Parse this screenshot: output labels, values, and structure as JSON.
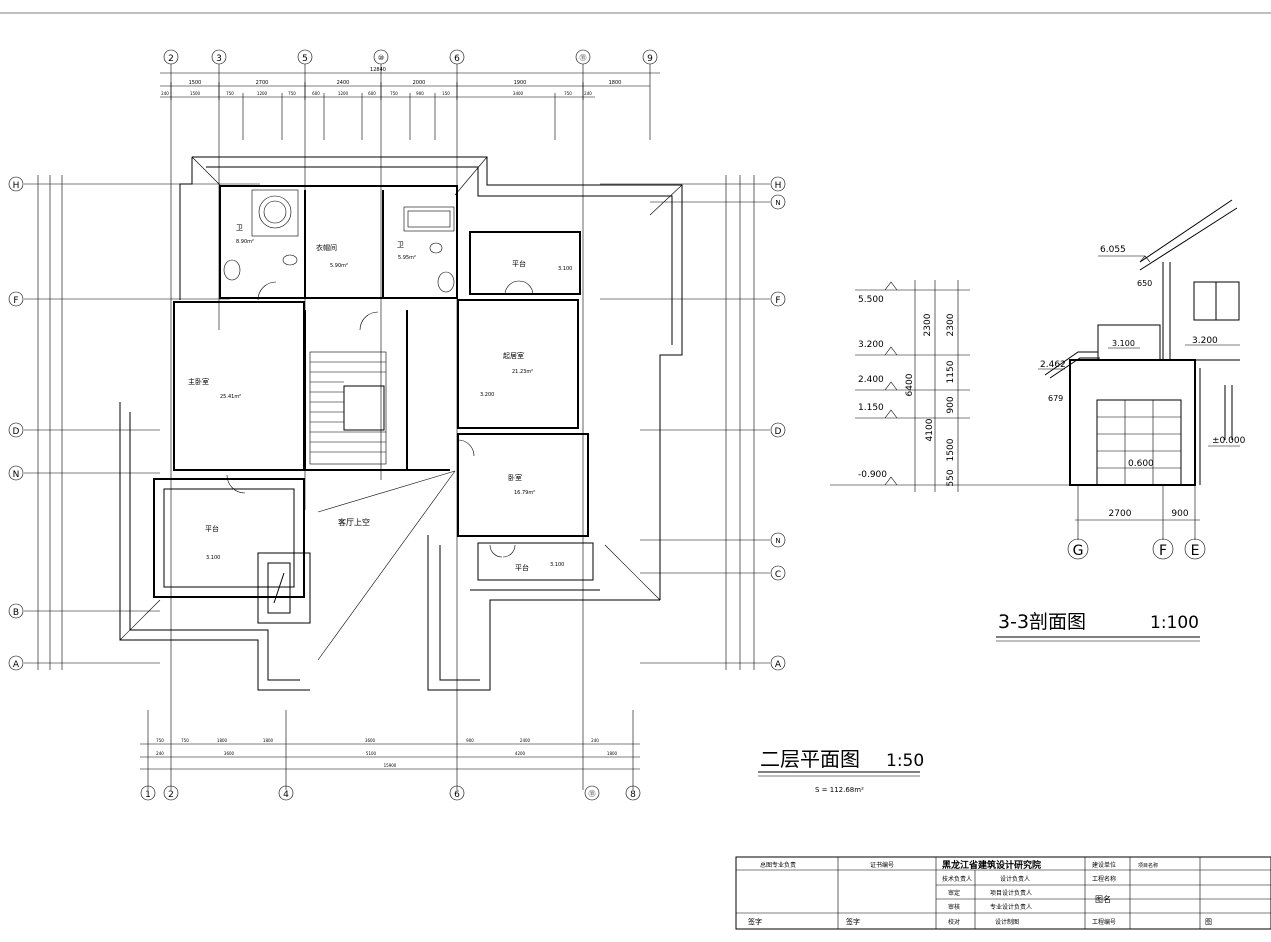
{
  "grid_top": [
    "2",
    "3",
    "5",
    "N1",
    "6",
    "N2",
    "9"
  ],
  "grid_bottom": [
    "1",
    "2",
    "4",
    "6",
    "N2",
    "8"
  ],
  "grid_left": [
    "H",
    "F",
    "D",
    "N",
    "B",
    "A"
  ],
  "grid_right": [
    "H",
    "N",
    "F",
    "D",
    "N",
    "C",
    "A"
  ],
  "grid_circle_glyphs": {
    "N1": "⑩",
    "N2": "⑪"
  },
  "dims_top": {
    "row1": [
      "1500",
      "2700",
      "2400",
      "2000",
      "1900",
      "1800"
    ],
    "total": "12840",
    "row2": [
      "240",
      "1500",
      "750",
      "1200",
      "750",
      "600",
      "1200",
      "600",
      "750",
      "900",
      "150",
      "3400",
      "750",
      "240"
    ]
  },
  "dims_bottom": {
    "row1": [
      "750",
      "750",
      "1800",
      "1800",
      "3600",
      "900",
      "2400",
      "240"
    ],
    "row2": [
      "240",
      "3600",
      "5100",
      "4200",
      "1800"
    ],
    "total": "15900"
  },
  "rooms": [
    {
      "name": "卫",
      "area": "8.90m²"
    },
    {
      "name": "衣帽间",
      "area": "5.90m²"
    },
    {
      "name": "卫",
      "area": "5.95m²"
    },
    {
      "name": "平台",
      "elev": "3.100"
    },
    {
      "name": "主卧室",
      "area": "25.41m²"
    },
    {
      "name": "起居室",
      "area": "21.23m²",
      "elev": "3.200"
    },
    {
      "name": "卧室",
      "area": "16.79m²"
    },
    {
      "name": "平台",
      "elev": "3.100"
    },
    {
      "name": "客厅上空"
    },
    {
      "name": "平台",
      "elev": "3.100"
    }
  ],
  "plan_title": {
    "text": "二层平面图",
    "scale": "1:50"
  },
  "plan_area": "S = 112.68m²",
  "section": {
    "title": "3-3剖面图",
    "scale": "1:100",
    "levels": [
      "5.500",
      "3.200",
      "2.400",
      "1.150",
      "-0.900"
    ],
    "dims": [
      "2300",
      "2300",
      "1150",
      "900",
      "1500",
      "550",
      "6400",
      "4100"
    ],
    "right_levels": [
      "6.055",
      "3.100",
      "3.200",
      "2.462",
      "±0.000",
      "0.600"
    ],
    "small_dims": [
      "650",
      "679"
    ],
    "bottom_dims": [
      "2700",
      "900"
    ],
    "axes": [
      "G",
      "F",
      "E"
    ]
  },
  "title_block": {
    "institute": "黑龙江省建筑设计研究院",
    "cells": [
      "总图专业负责",
      "证书编号",
      "建设单位",
      "项目名称",
      "技术负责人",
      "设计负责人",
      "工程名称",
      "审定",
      "项目设计负责人",
      "图名",
      "审核",
      "专业设计负责人",
      "校对",
      "设计制图",
      "工程编号",
      "签字",
      "签字",
      "图"
    ]
  }
}
